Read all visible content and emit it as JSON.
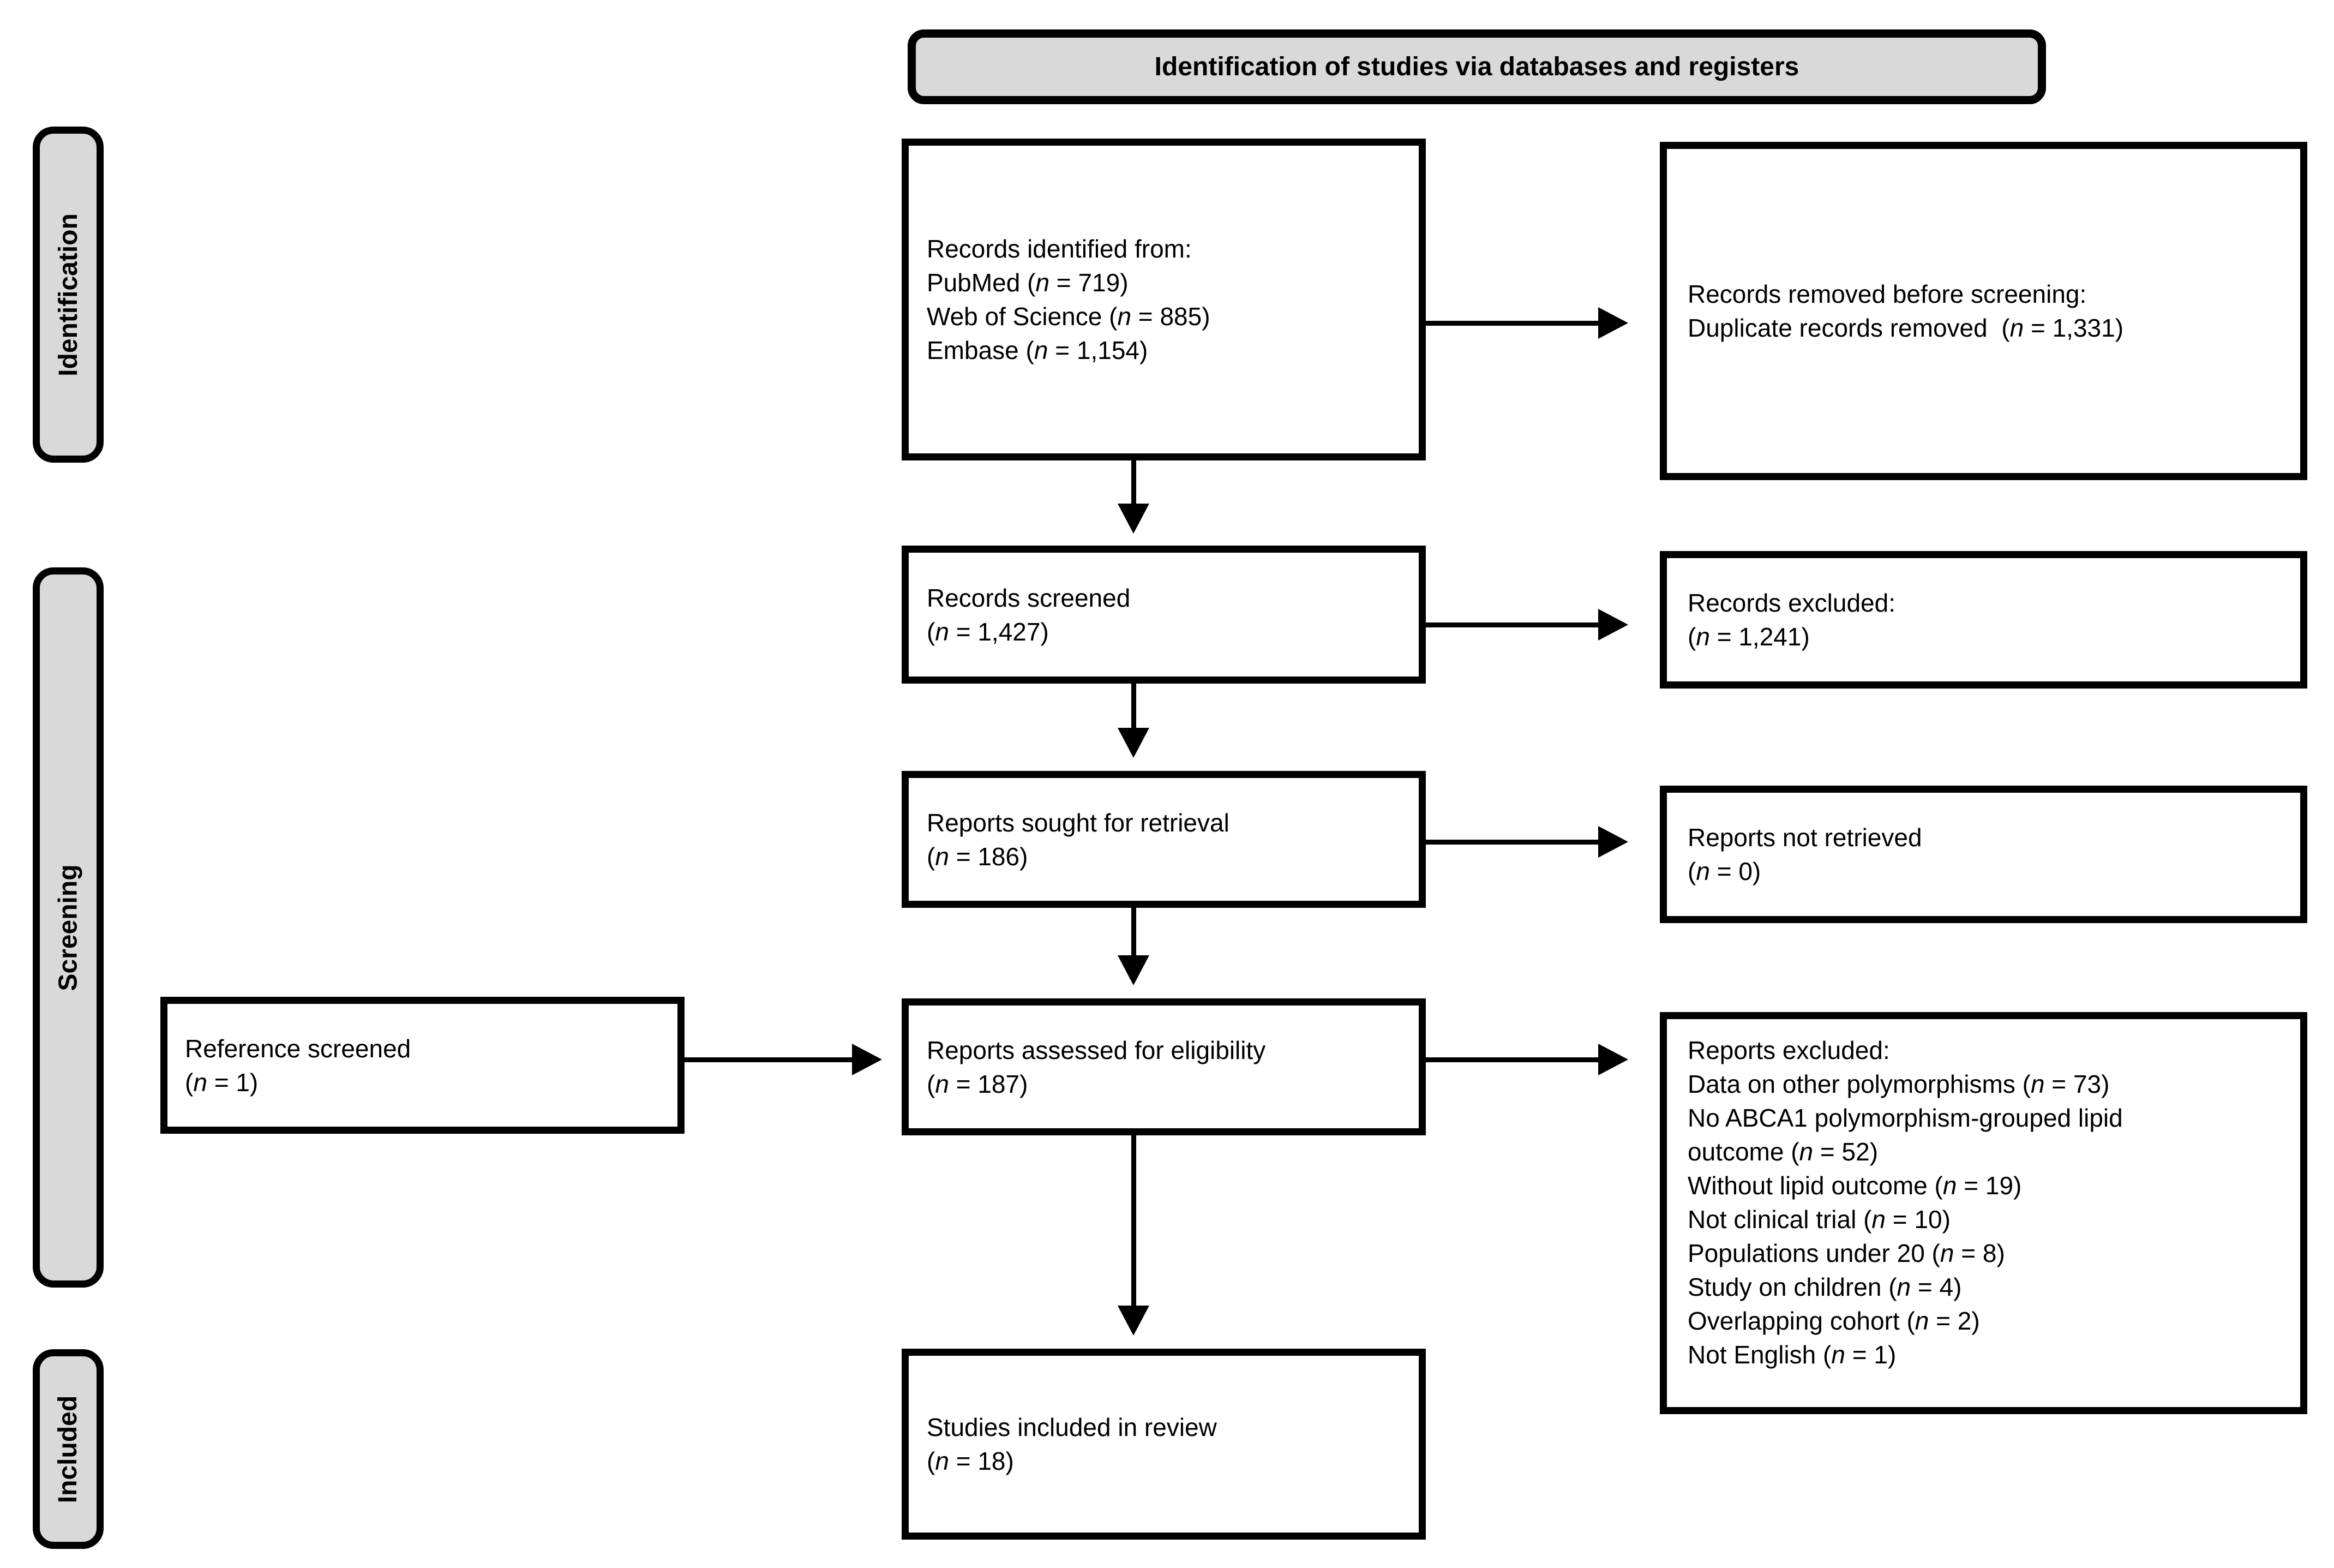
{
  "title": {
    "text": "Identification of studies via databases and registers"
  },
  "rails": {
    "identification": {
      "label": "Identification"
    },
    "screening": {
      "label": "Screening"
    },
    "included": {
      "label": "Included"
    }
  },
  "colors": {
    "banner_fill": "#d9d9d9",
    "rail_fill": "#d9d9d9",
    "box_fill": "#ffffff",
    "border": "#000000",
    "text": "#000000"
  },
  "boxes": {
    "records_identified": {
      "lines": [
        [
          {
            "t": "Records identified from:"
          }
        ],
        [
          {
            "t": "PubMed ("
          },
          {
            "t": "n",
            "i": true
          },
          {
            "t": " = 719)"
          }
        ],
        [
          {
            "t": "Web of Science ("
          },
          {
            "t": "n",
            "i": true
          },
          {
            "t": " = 885)"
          }
        ],
        [
          {
            "t": "Embase ("
          },
          {
            "t": "n",
            "i": true
          },
          {
            "t": " = 1,154)"
          }
        ]
      ]
    },
    "records_removed": {
      "lines": [
        [
          {
            "t": "Records removed before screening:"
          }
        ],
        [
          {
            "t": "Duplicate records removed  ("
          },
          {
            "t": "n",
            "i": true
          },
          {
            "t": " = 1,331)"
          }
        ]
      ]
    },
    "records_screened": {
      "lines": [
        [
          {
            "t": "Records screened"
          }
        ],
        [
          {
            "t": "("
          },
          {
            "t": "n",
            "i": true
          },
          {
            "t": " = 1,427)"
          }
        ]
      ]
    },
    "records_excluded": {
      "lines": [
        [
          {
            "t": "Records excluded:"
          }
        ],
        [
          {
            "t": "("
          },
          {
            "t": "n",
            "i": true
          },
          {
            "t": " = 1,241)"
          }
        ]
      ]
    },
    "reports_sought": {
      "lines": [
        [
          {
            "t": "Reports sought for retrieval"
          }
        ],
        [
          {
            "t": "("
          },
          {
            "t": "n",
            "i": true
          },
          {
            "t": " = 186)"
          }
        ]
      ]
    },
    "reports_not_retrieved": {
      "lines": [
        [
          {
            "t": "Reports not retrieved"
          }
        ],
        [
          {
            "t": "("
          },
          {
            "t": "n",
            "i": true
          },
          {
            "t": " = 0)"
          }
        ]
      ]
    },
    "reference_screened": {
      "lines": [
        [
          {
            "t": "Reference screened"
          }
        ],
        [
          {
            "t": "("
          },
          {
            "t": "n",
            "i": true
          },
          {
            "t": " = 1)"
          }
        ]
      ]
    },
    "reports_assessed": {
      "lines": [
        [
          {
            "t": "Reports assessed for eligibility"
          }
        ],
        [
          {
            "t": "("
          },
          {
            "t": "n",
            "i": true
          },
          {
            "t": " = 187)"
          }
        ]
      ]
    },
    "reports_excluded": {
      "lines": [
        [
          {
            "t": "Reports excluded:"
          }
        ],
        [
          {
            "t": "Data on other polymorphisms ("
          },
          {
            "t": "n",
            "i": true
          },
          {
            "t": " = 73)"
          }
        ],
        [
          {
            "t": "No ABCA1 polymorphism-grouped lipid"
          }
        ],
        [
          {
            "t": "outcome ("
          },
          {
            "t": "n",
            "i": true
          },
          {
            "t": " = 52)"
          }
        ],
        [
          {
            "t": "Without lipid outcome ("
          },
          {
            "t": "n",
            "i": true
          },
          {
            "t": " = 19)"
          }
        ],
        [
          {
            "t": "Not clinical trial ("
          },
          {
            "t": "n",
            "i": true
          },
          {
            "t": " = 10)"
          }
        ],
        [
          {
            "t": "Populations under 20 ("
          },
          {
            "t": "n",
            "i": true
          },
          {
            "t": " = 8)"
          }
        ],
        [
          {
            "t": "Study on children ("
          },
          {
            "t": "n",
            "i": true
          },
          {
            "t": " = 4)"
          }
        ],
        [
          {
            "t": "Overlapping cohort ("
          },
          {
            "t": "n",
            "i": true
          },
          {
            "t": " = 2)"
          }
        ],
        [
          {
            "t": "Not English ("
          },
          {
            "t": "n",
            "i": true
          },
          {
            "t": " = 1)"
          }
        ]
      ]
    },
    "studies_included": {
      "lines": [
        [
          {
            "t": "Studies included in review"
          }
        ],
        [
          {
            "t": "("
          },
          {
            "t": "n",
            "i": true
          },
          {
            "t": " = 18)"
          }
        ]
      ]
    }
  }
}
